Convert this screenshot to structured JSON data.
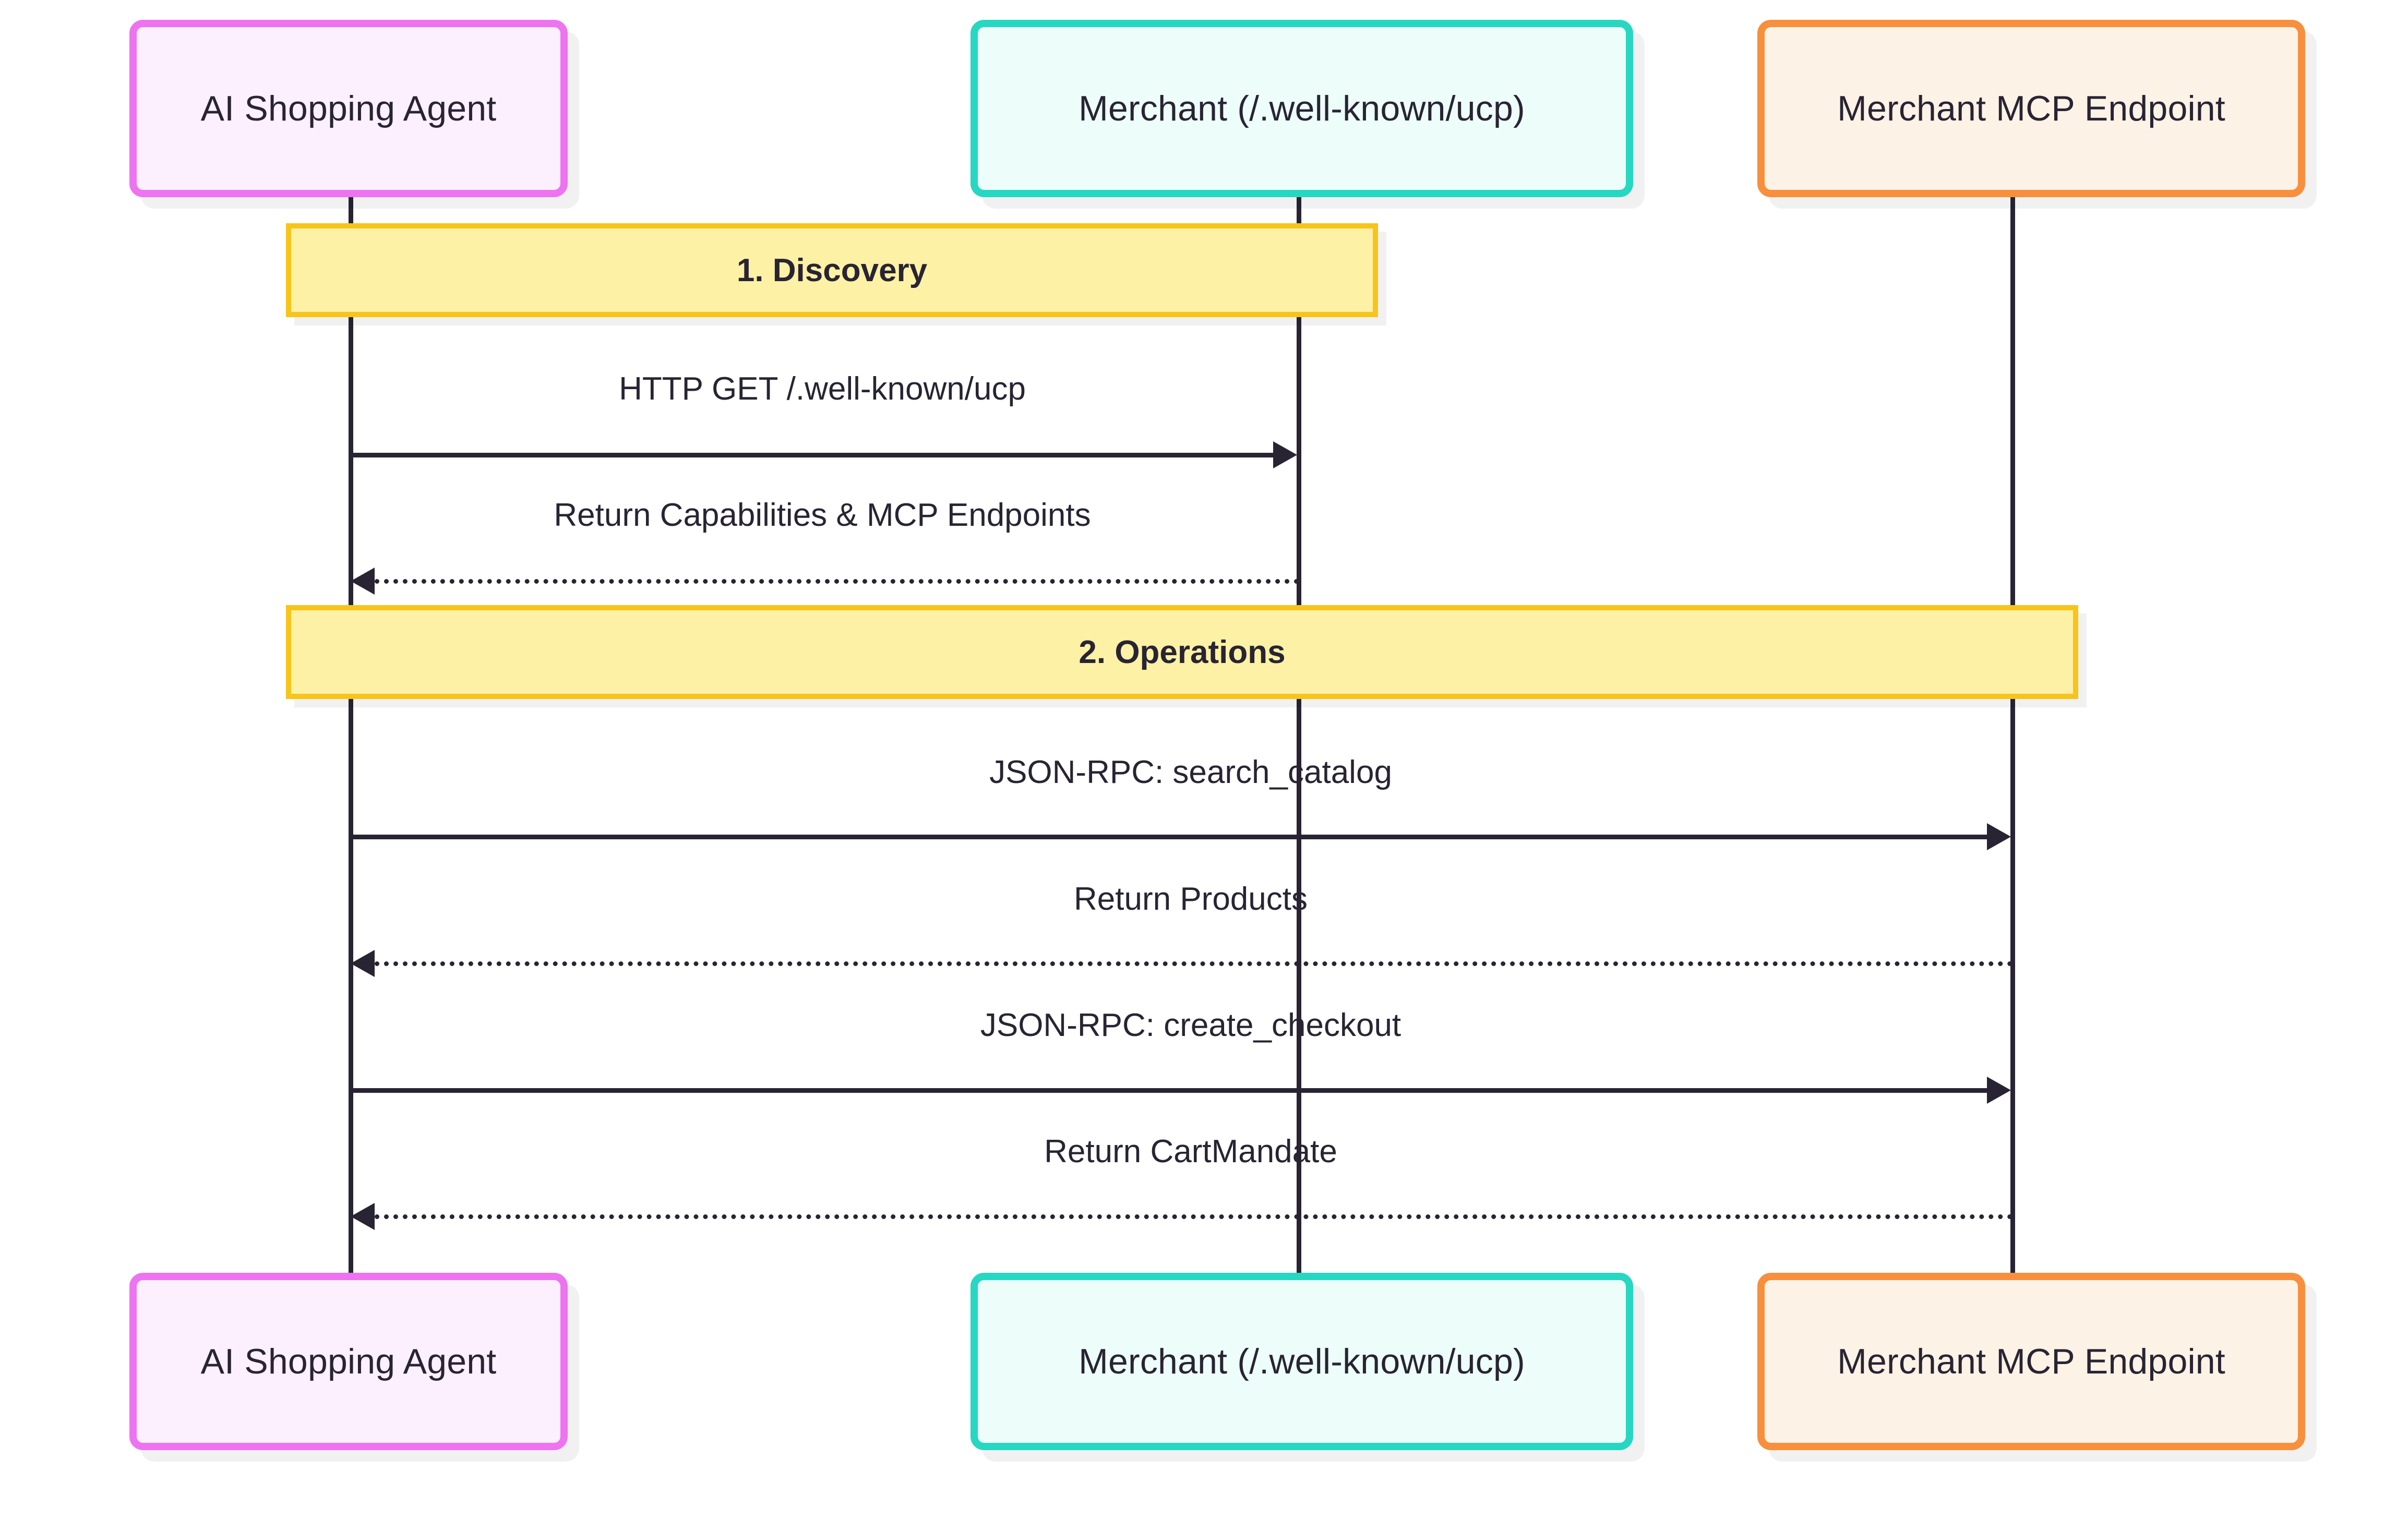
{
  "diagram": {
    "type": "sequence-diagram",
    "title": "UCP Discovery and Operations Sequence",
    "colors": {
      "agent_border": "#ed73f0",
      "agent_fill": "#fdf0fe",
      "wellknown_border": "#26d7c2",
      "wellknown_fill": "#edfdf9",
      "mcp_border": "#f78f3c",
      "mcp_fill": "#fdf2e6",
      "band_border": "#f7c41a",
      "band_fill": "#fdf1a5",
      "line": "#282433",
      "background": "#ffffff"
    }
  },
  "participants": [
    {
      "id": "agent",
      "label": "AI Shopping Agent"
    },
    {
      "id": "wellknown",
      "label": "Merchant (/.well-known/ucp)"
    },
    {
      "id": "mcp",
      "label": "Merchant MCP Endpoint"
    }
  ],
  "sections": [
    {
      "id": "discovery",
      "label": "1. Discovery"
    },
    {
      "id": "operations",
      "label": "2. Operations"
    }
  ],
  "messages": [
    {
      "id": "m1",
      "label": "HTTP GET /.well-known/ucp",
      "from": "agent",
      "to": "wellknown",
      "style": "solid",
      "direction": "right"
    },
    {
      "id": "m2",
      "label": "Return Capabilities & MCP Endpoints",
      "from": "wellknown",
      "to": "agent",
      "style": "dotted",
      "direction": "left"
    },
    {
      "id": "m3",
      "label": "JSON-RPC: search_catalog",
      "from": "agent",
      "to": "mcp",
      "style": "solid",
      "direction": "right"
    },
    {
      "id": "m4",
      "label": "Return Products",
      "from": "mcp",
      "to": "agent",
      "style": "dotted",
      "direction": "left"
    },
    {
      "id": "m5",
      "label": "JSON-RPC: create_checkout",
      "from": "agent",
      "to": "mcp",
      "style": "solid",
      "direction": "right"
    },
    {
      "id": "m6",
      "label": "Return CartMandate",
      "from": "mcp",
      "to": "agent",
      "style": "dotted",
      "direction": "left"
    }
  ]
}
